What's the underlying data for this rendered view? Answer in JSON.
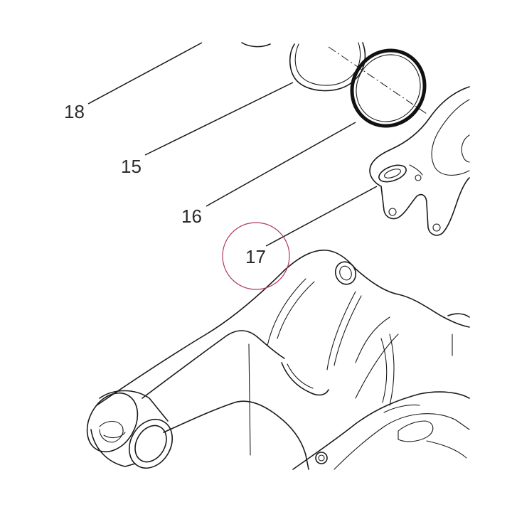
{
  "callouts": [
    {
      "id": "18",
      "label": "18"
    },
    {
      "id": "15",
      "label": "15"
    },
    {
      "id": "16",
      "label": "16"
    },
    {
      "id": "17",
      "label": "17"
    }
  ],
  "highlight_color": "#b0385a",
  "line_color": "#1a1a1a"
}
